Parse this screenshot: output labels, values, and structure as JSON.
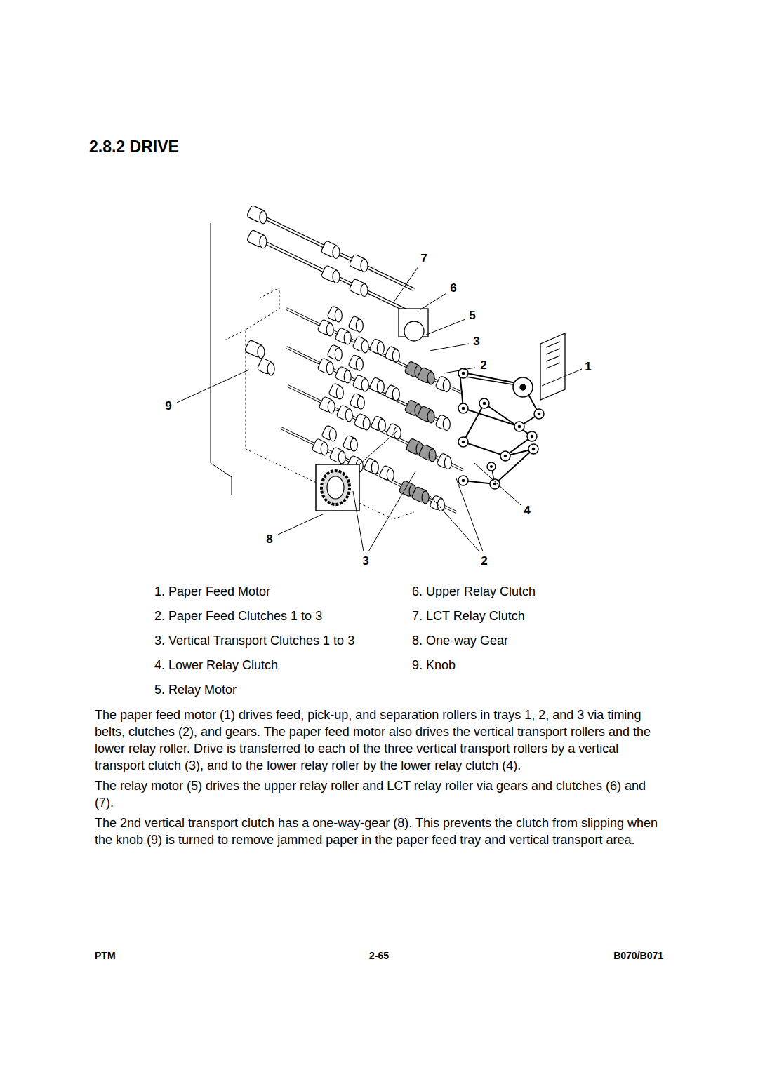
{
  "diagram": {
    "title": "2.8.2 DRIVE",
    "labels": [
      "7",
      "6",
      "5",
      "3",
      "2",
      "1",
      "9",
      "4",
      "8",
      "3",
      "2",
      "1. Paper Feed Motor",
      "6. Upper Relay Clutch",
      "2. Paper Feed Clutches 1 to 3",
      "7. LCT Relay Clutch",
      "3. Vertical Transport Clutches 1 to 3",
      "8. One-way Gear",
      "4. Lower Relay Clutch",
      "9. Knob",
      "5. Relay Motor",
      "The paper feed motor (1) drives feed, pick-up, and separation rollers in trays 1, 2, and 3 via timing belts, clutches (2), and gears. The paper feed motor also drives the vertical transport rollers and the lower relay roller. Drive is transferred to each of the three vertical transport rollers by a vertical transport clutch (3), and to the lower relay roller by the lower relay clutch (4).",
      "The relay motor (5) drives the upper relay roller and LCT relay roller via gears and clutches (6) and (7).",
      "The 2nd vertical transport clutch has a one-way-gear (8). This prevents the clutch from slipping when the knob (9) is turned to remove jammed paper in the paper feed tray and vertical transport area.",
      "PTM",
      "2-65",
      "B070/B071"
    ]
  }
}
